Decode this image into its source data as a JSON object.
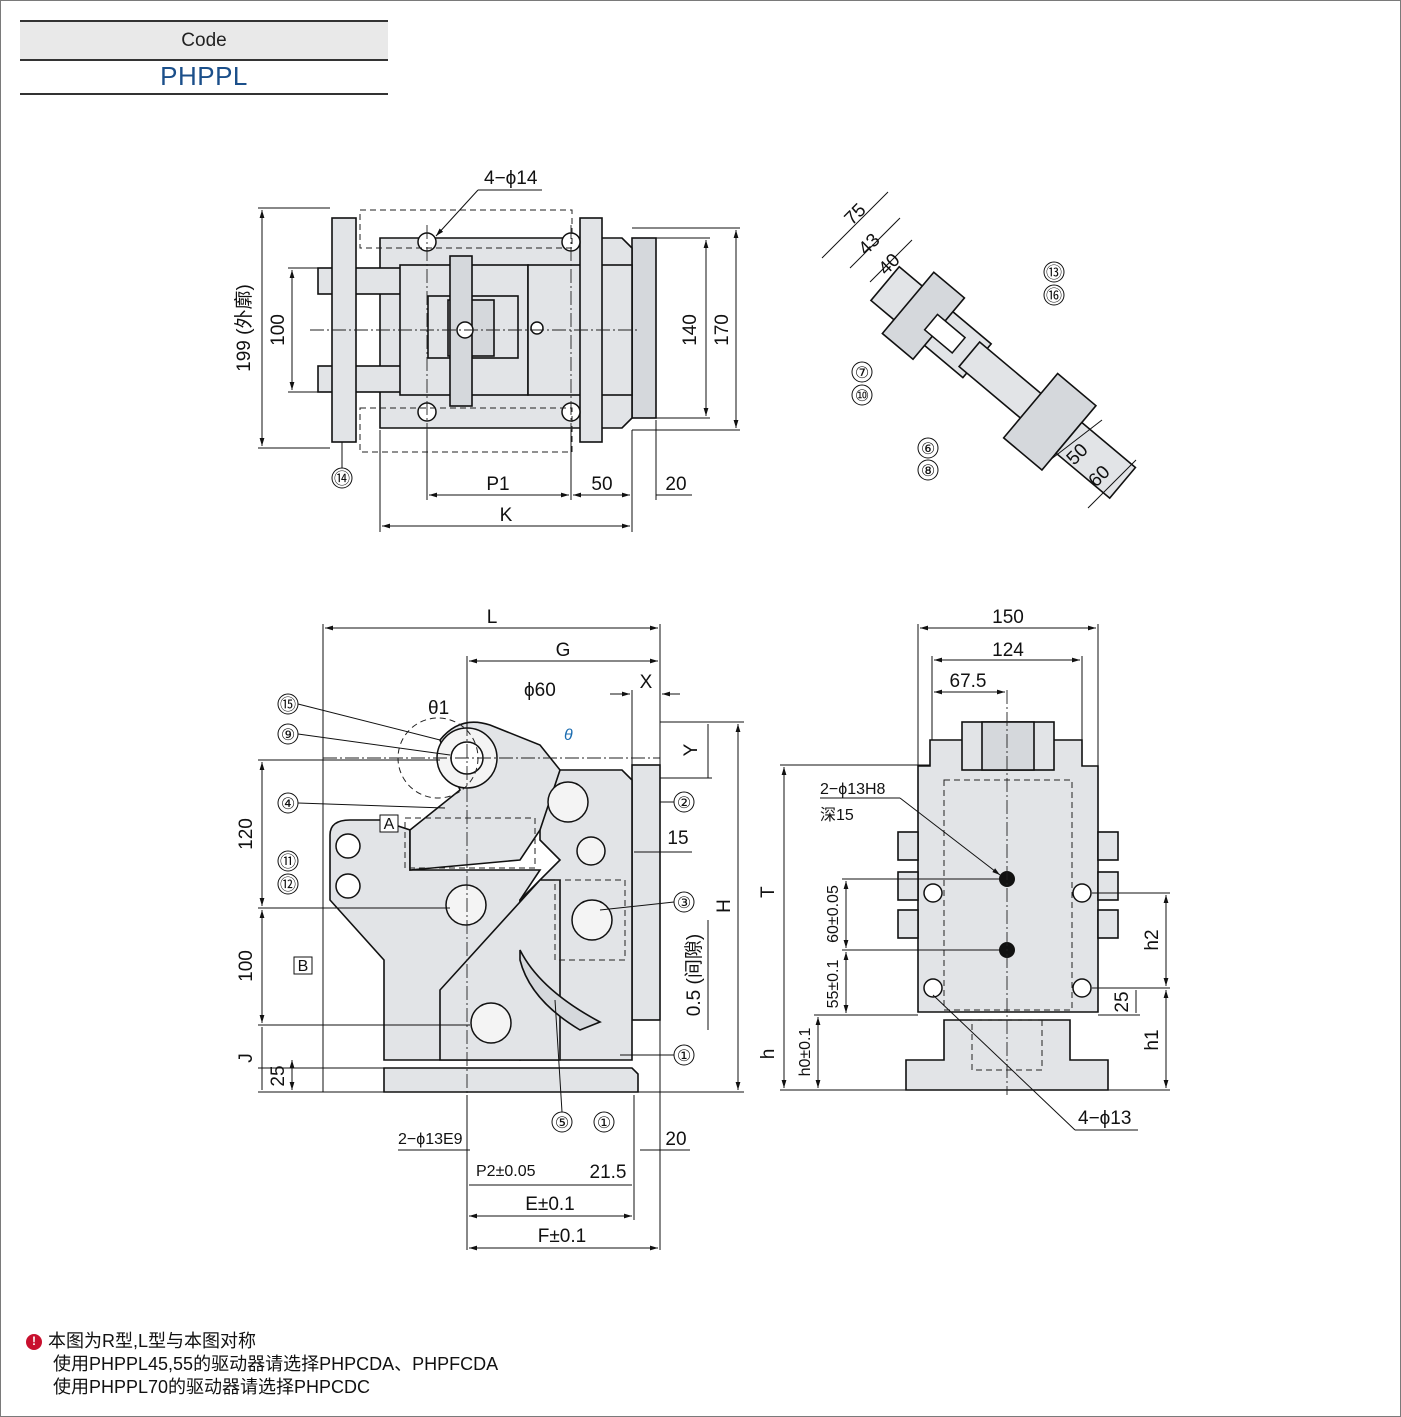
{
  "header": {
    "code_label": "Code",
    "code_value": "PHPPL"
  },
  "top_view": {
    "holes": "4−ϕ14",
    "width_outline": "199 (外廓)",
    "dim_100": "100",
    "dim_140": "140",
    "dim_170": "170",
    "dim_p1": "P1",
    "dim_50": "50",
    "dim_20": "20",
    "dim_k": "K",
    "part_14": "⑭"
  },
  "iso_view": {
    "dim_75": "75",
    "dim_43": "43",
    "dim_40": "40",
    "dim_50": "50",
    "dim_60": "60",
    "part_13": "⑬",
    "part_16": "⑯",
    "part_7": "⑦",
    "part_10": "⑩",
    "part_6": "⑥",
    "part_8": "⑧"
  },
  "front_view": {
    "dim_l": "L",
    "dim_g": "G",
    "dim_x": "X",
    "dim_phi60": "ϕ60",
    "theta1": "θ1",
    "theta": "θ",
    "dim_y": "Y",
    "dim_15": "15",
    "dim_h": "H",
    "gap": "0.5 (间隙)",
    "dim_120": "120",
    "dim_100": "100",
    "dim_j": "J",
    "dim_25": "25",
    "holes": "2−ϕ13E9",
    "dim_p2": "P2±0.05",
    "dim_20": "20",
    "dim_21_5": "21.5",
    "dim_e": "E±0.1",
    "dim_f": "F±0.1",
    "label_a": "A",
    "label_b": "B",
    "part_15": "⑮",
    "part_9": "⑨",
    "part_4": "④",
    "part_11": "⑪",
    "part_12": "⑫",
    "part_2": "②",
    "part_3": "③",
    "part_1": "①",
    "part_1b": "①",
    "part_5": "⑤"
  },
  "side_view": {
    "dim_150": "150",
    "dim_124": "124",
    "dim_67_5": "67.5",
    "pin_holes": "2−ϕ13H8",
    "pin_depth": "深15",
    "dim_t": "T",
    "dim_60": "60±0.05",
    "dim_55": "55±0.1",
    "dim_h0": "h0±0.1",
    "dim_h": "h",
    "dim_h2": "h2",
    "dim_25": "25",
    "dim_h1": "h1",
    "holes": "4−ϕ13"
  },
  "notes": {
    "line1": "本图为R型,L型与本图对称",
    "line2": "使用PHPPL45,55的驱动器请选择PHPCDA、PHPFCDA",
    "line3": "使用PHPPL70的驱动器请选择PHPCDC"
  },
  "colors": {
    "accent": "#1b4f8a",
    "warning": "#c8102e",
    "part_fill": "#e2e4e7"
  }
}
